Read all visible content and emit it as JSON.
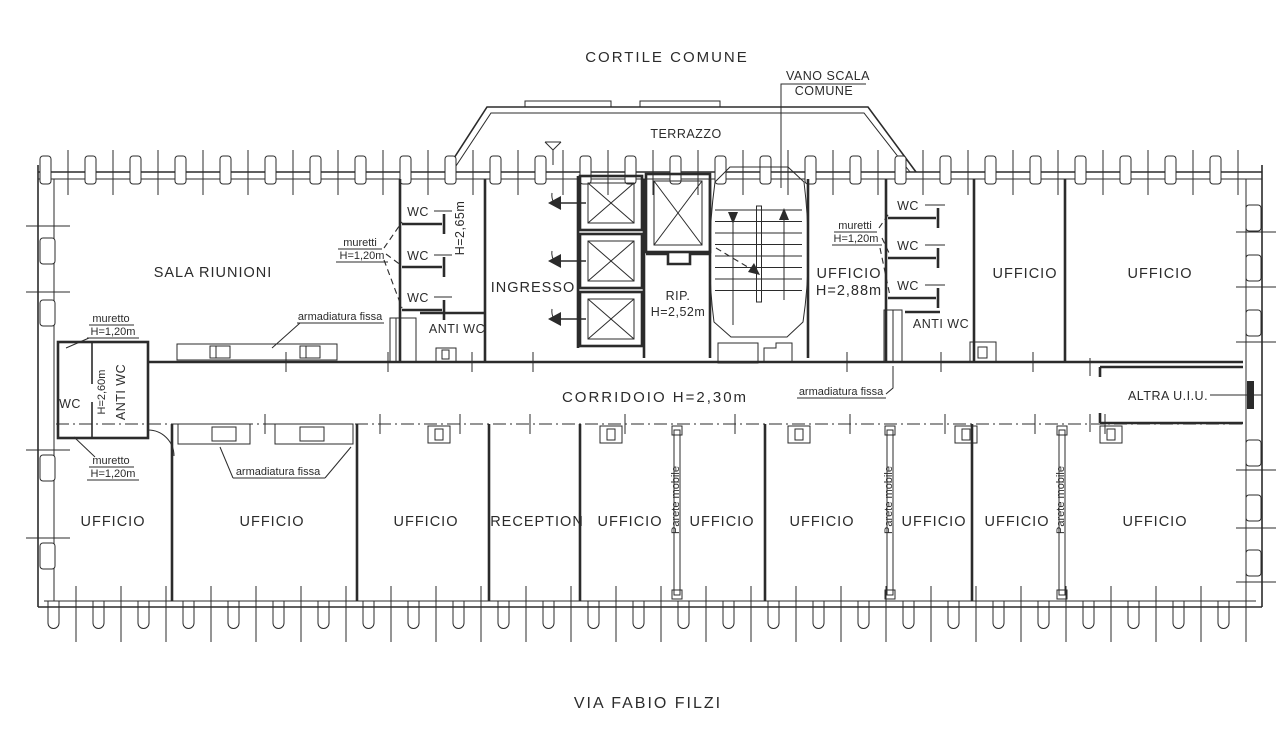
{
  "drawing": {
    "site": {
      "courtyard": "CORTILE COMUNE",
      "street": "VIA FABIO FILZI"
    },
    "stairwell": {
      "line1": "VANO SCALA",
      "line2": "COMUNE"
    },
    "terrace": "TERRAZZO",
    "corridor": "CORRIDOIO H=2,30m",
    "rooms": {
      "sala_riunioni": "SALA RIUNIONI",
      "ingresso": "INGRESSO",
      "rip": {
        "name": "RIP.",
        "height": "H=2,52m"
      },
      "ufficio_h288": {
        "name": "UFFICIO",
        "height": "H=2,88m"
      },
      "office_top_1": "UFFICIO",
      "office_top_2": "UFFICIO",
      "altra_uiu": "ALTRA  U.I.U.",
      "reception": "RECEPTION",
      "bottom_offices": [
        "UFFICIO",
        "UFFICIO",
        "UFFICIO",
        "UFFICIO",
        "UFFICIO",
        "UFFICIO",
        "UFFICIO",
        "UFFICIO",
        "UFFICIO"
      ],
      "wc_block_left": {
        "stalls": [
          "WC",
          "WC",
          "WC"
        ],
        "anti": "ANTI WC",
        "height": "H=2,65m",
        "muretti_line1": "muretti",
        "muretti_line2": "H=1,20m"
      },
      "wc_block_right": {
        "stalls": [
          "WC",
          "WC",
          "WC"
        ],
        "anti": "ANTI WC",
        "muretti_line1": "muretti",
        "muretti_line2": "H=1,20m"
      },
      "wc_unit_left": {
        "wc": "WC",
        "anti": "ANTI WC",
        "height": "H=2,60m",
        "muretto_top_line1": "muretto",
        "muretto_top_line2": "H=1,20m",
        "muretto_bottom_line1": "muretto",
        "muretto_bottom_line2": "H=1,20m"
      }
    },
    "annotations": {
      "armadiatura_sala": "armadiatura fissa",
      "armadiatura_corridor": "armadiatura fissa",
      "armadiatura_office": "armadiatura fissa",
      "partitions": [
        "Parete mobile",
        "Parete mobile",
        "Parete mobile"
      ]
    },
    "colors": {
      "ink": "#2b2b2b",
      "paper": "#ffffff"
    }
  }
}
